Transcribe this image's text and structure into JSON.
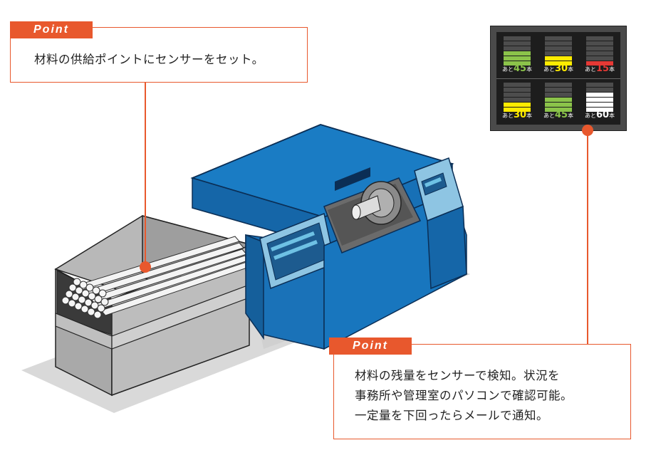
{
  "point_tag": "Point",
  "callout_top": {
    "text": "材料の供給ポイントにセンサーをセット。"
  },
  "callout_bottom": {
    "lines": [
      "材料の残量をセンサーで検知。状況を",
      "事務所や管理室のパソコンで確認可能。",
      "一定量を下回ったらメールで通知。"
    ]
  },
  "status_panel": {
    "prefix": "あと",
    "unit": "本",
    "cells": [
      {
        "count": "45",
        "level": 0.5,
        "color": "#8bc34a"
      },
      {
        "count": "30",
        "level": 0.33,
        "color": "#ffeb00"
      },
      {
        "count": "15",
        "level": 0.17,
        "color": "#e53935"
      },
      {
        "count": "30",
        "level": 0.33,
        "color": "#ffeb00"
      },
      {
        "count": "45",
        "level": 0.5,
        "color": "#8bc34a"
      },
      {
        "count": "60",
        "level": 0.67,
        "color": "#ffffff"
      }
    ]
  },
  "colors": {
    "accent": "#e8582d",
    "machine_blue": "#1a7cc4",
    "machine_light_blue": "#8ec5e3",
    "gray": "#a6a6a6"
  }
}
